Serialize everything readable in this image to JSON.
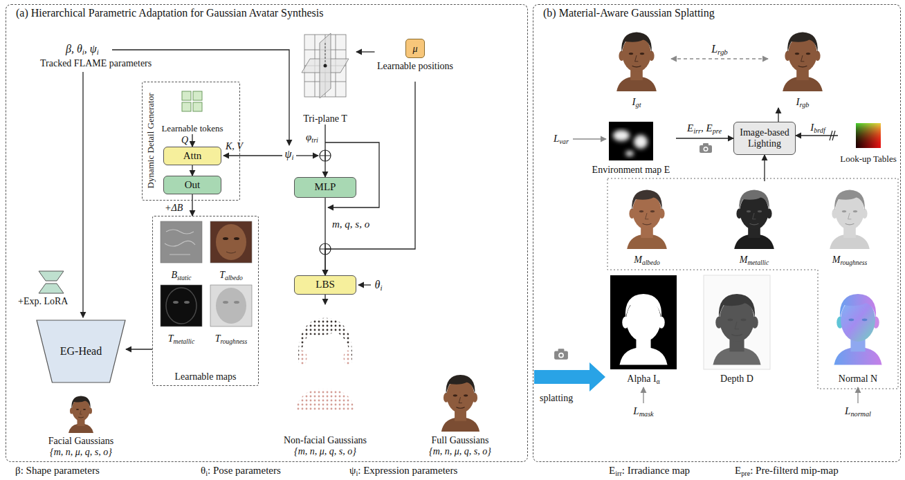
{
  "diagram": {
    "nodes": [
      {
        "text": [
          "(a) Hierarchical Parametric Adaptation for Gaussian Avatar Synthesis"
        ]
      },
      {
        "text": [
          "Dynamic Detail Generator"
        ],
        "in": 0
      },
      {
        "text": [
          "Learnable tokens"
        ],
        "in": 1
      },
      {
        "text": [
          "Attn"
        ],
        "in": 1
      },
      {
        "text": [
          "Out"
        ],
        "in": 1
      },
      {
        "text": [
          "Tri-plane T"
        ],
        "in": 0
      },
      {
        "text": [
          "μ",
          "Learnable positions"
        ],
        "in": 0
      },
      {
        "text": [
          "MLP"
        ],
        "in": 0
      },
      {
        "text": [
          "Learnable maps"
        ],
        "in": 0
      },
      {
        "text": [
          "Bstatic"
        ],
        "in": 8
      },
      {
        "text": [
          "Talbedo"
        ],
        "in": 8
      },
      {
        "text": [
          "Tmetallic"
        ],
        "in": 8
      },
      {
        "text": [
          "Troughness"
        ],
        "in": 8
      },
      {
        "text": [
          "EG-Head"
        ],
        "in": 0
      },
      {
        "text": [
          "LBS"
        ],
        "in": 0
      },
      {
        "text": [
          "Facial Gaussians",
          "{m, n, μ, q, s, o}"
        ],
        "in": 0
      },
      {
        "text": [
          "Non-facial Gaussians",
          "{m, n, μ, q, s, o}"
        ],
        "in": 0
      },
      {
        "text": [
          "Full Gaussians",
          "{m, n, μ, q, s, o}"
        ],
        "in": 0
      },
      {
        "text": [
          "(b) Material-Aware Gaussian Splatting"
        ]
      },
      {
        "text": [
          "Igt"
        ],
        "in": 18
      },
      {
        "text": [
          "Irgb"
        ],
        "in": 18
      },
      {
        "text": [
          "Environment map E"
        ],
        "in": 18
      },
      {
        "text": [
          "Image-based Lighting"
        ],
        "in": 18
      },
      {
        "text": [
          "Look-up Tables"
        ],
        "in": 18
      },
      {
        "text": [
          "Malbedo"
        ],
        "in": 18
      },
      {
        "text": [
          "Mmetallic"
        ],
        "in": 18
      },
      {
        "text": [
          "Mroughness"
        ],
        "in": 18
      },
      {
        "text": [
          "Alpha Iα"
        ],
        "in": 18
      },
      {
        "text": [
          "Depth D"
        ],
        "in": 18
      },
      {
        "text": [
          "Normal N"
        ],
        "in": 18
      }
    ],
    "edges": [
      {
        "from": 2,
        "to": 3,
        "arrow": "to",
        "label": "Q"
      },
      {
        "from": 3,
        "to": 4,
        "arrow": "to"
      },
      {
        "from": 4,
        "to": 8,
        "arrow": "to",
        "label": "+ΔB"
      },
      {
        "from": 8,
        "to": 13,
        "arrow": "to"
      },
      {
        "from": 5,
        "to": 7,
        "arrow": "to",
        "label": "φtri"
      },
      {
        "from": 6,
        "to": 5,
        "arrow": "to"
      },
      {
        "from": 7,
        "to": 14,
        "arrow": "to",
        "label": "m, q, s, o"
      },
      {
        "from": 6,
        "to": 14,
        "arrow": "to"
      },
      {
        "from": 14,
        "to": 16,
        "arrow": "to"
      },
      {
        "from": 19,
        "to": 20,
        "arrow": "both",
        "label": "Lrgb"
      },
      {
        "from": 21,
        "to": 22,
        "arrow": "to",
        "label": "Eirr, Epre"
      },
      {
        "from": 23,
        "to": 22,
        "arrow": "to",
        "label": "Ibrdf"
      },
      {
        "from": 22,
        "to": 20,
        "arrow": "to"
      },
      {
        "from": 25,
        "to": 22,
        "arrow": "to"
      }
    ],
    "labels": [
      "β, θi, ψi",
      "Tracked FLAME parameters",
      "ψi",
      "K, V",
      "θi",
      "+Exp. LoRA",
      "β: Shape parameters",
      "θi: Pose parameters",
      "ψi: Expression parameters",
      "splatting",
      "Lvar",
      "Lmask",
      "Lnormal",
      "Eirr: Irradiance map",
      "Epre: Pre-filterd mip-map"
    ]
  }
}
